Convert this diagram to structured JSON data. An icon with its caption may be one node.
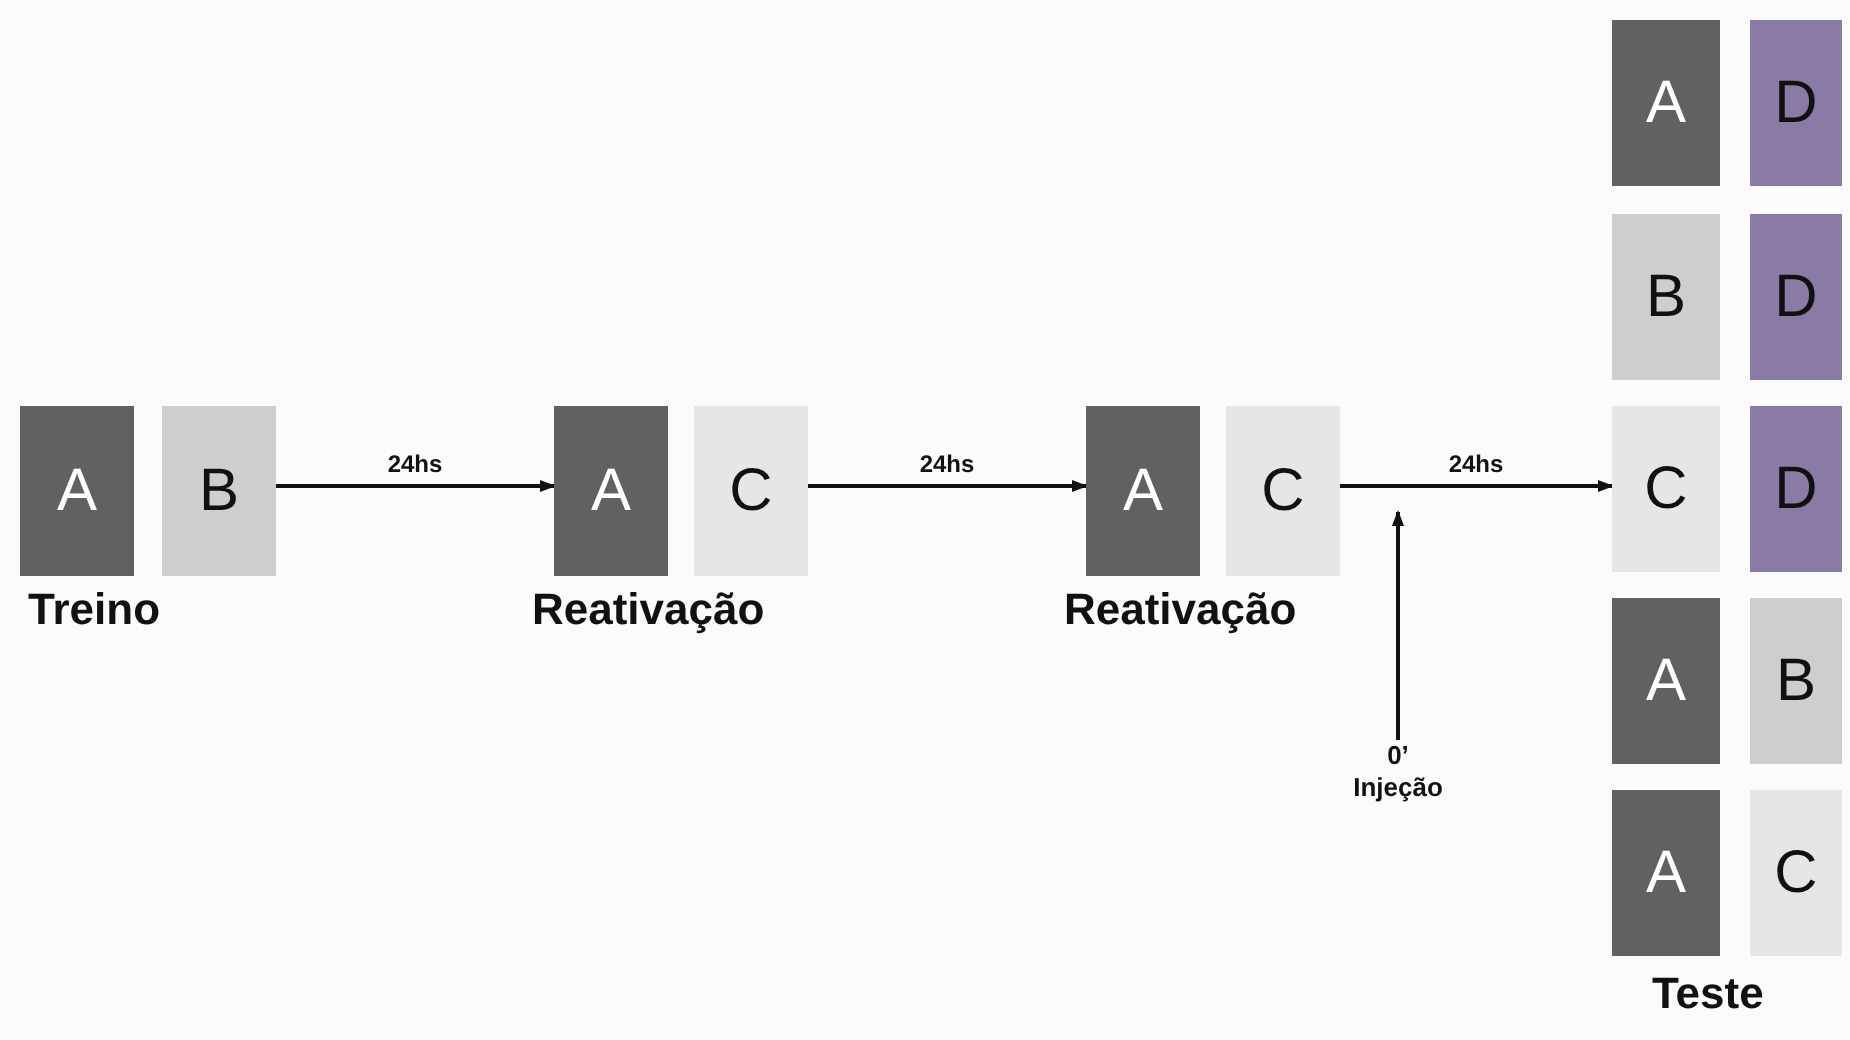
{
  "diagram": {
    "nodes": [
      {
        "text": [
          "A"
        ]
      },
      {
        "text": [
          "B"
        ]
      },
      {
        "text": [
          "A"
        ]
      },
      {
        "text": [
          "C"
        ]
      },
      {
        "text": [
          "A"
        ]
      },
      {
        "text": [
          "C"
        ]
      },
      {
        "text": [
          "A"
        ]
      },
      {
        "text": [
          "D"
        ]
      },
      {
        "text": [
          "B"
        ]
      },
      {
        "text": [
          "D"
        ]
      },
      {
        "text": [
          "C"
        ]
      },
      {
        "text": [
          "D"
        ]
      },
      {
        "text": [
          "A"
        ]
      },
      {
        "text": [
          "B"
        ]
      },
      {
        "text": [
          "A"
        ]
      },
      {
        "text": [
          "C"
        ]
      },
      {
        "text": [
          "0’",
          "Injeção"
        ]
      }
    ],
    "edges": [
      {
        "from": 1,
        "to": 2,
        "label": "24hs",
        "arrow": "to"
      },
      {
        "from": 3,
        "to": 4,
        "label": "24hs",
        "arrow": "to"
      },
      {
        "from": 5,
        "to": 10,
        "label": "24hs",
        "arrow": "to"
      },
      {
        "from": 16,
        "to": null,
        "arrow": "to"
      }
    ],
    "labels": [
      "Treino",
      "Reativação",
      "Reativação",
      "Teste"
    ]
  }
}
